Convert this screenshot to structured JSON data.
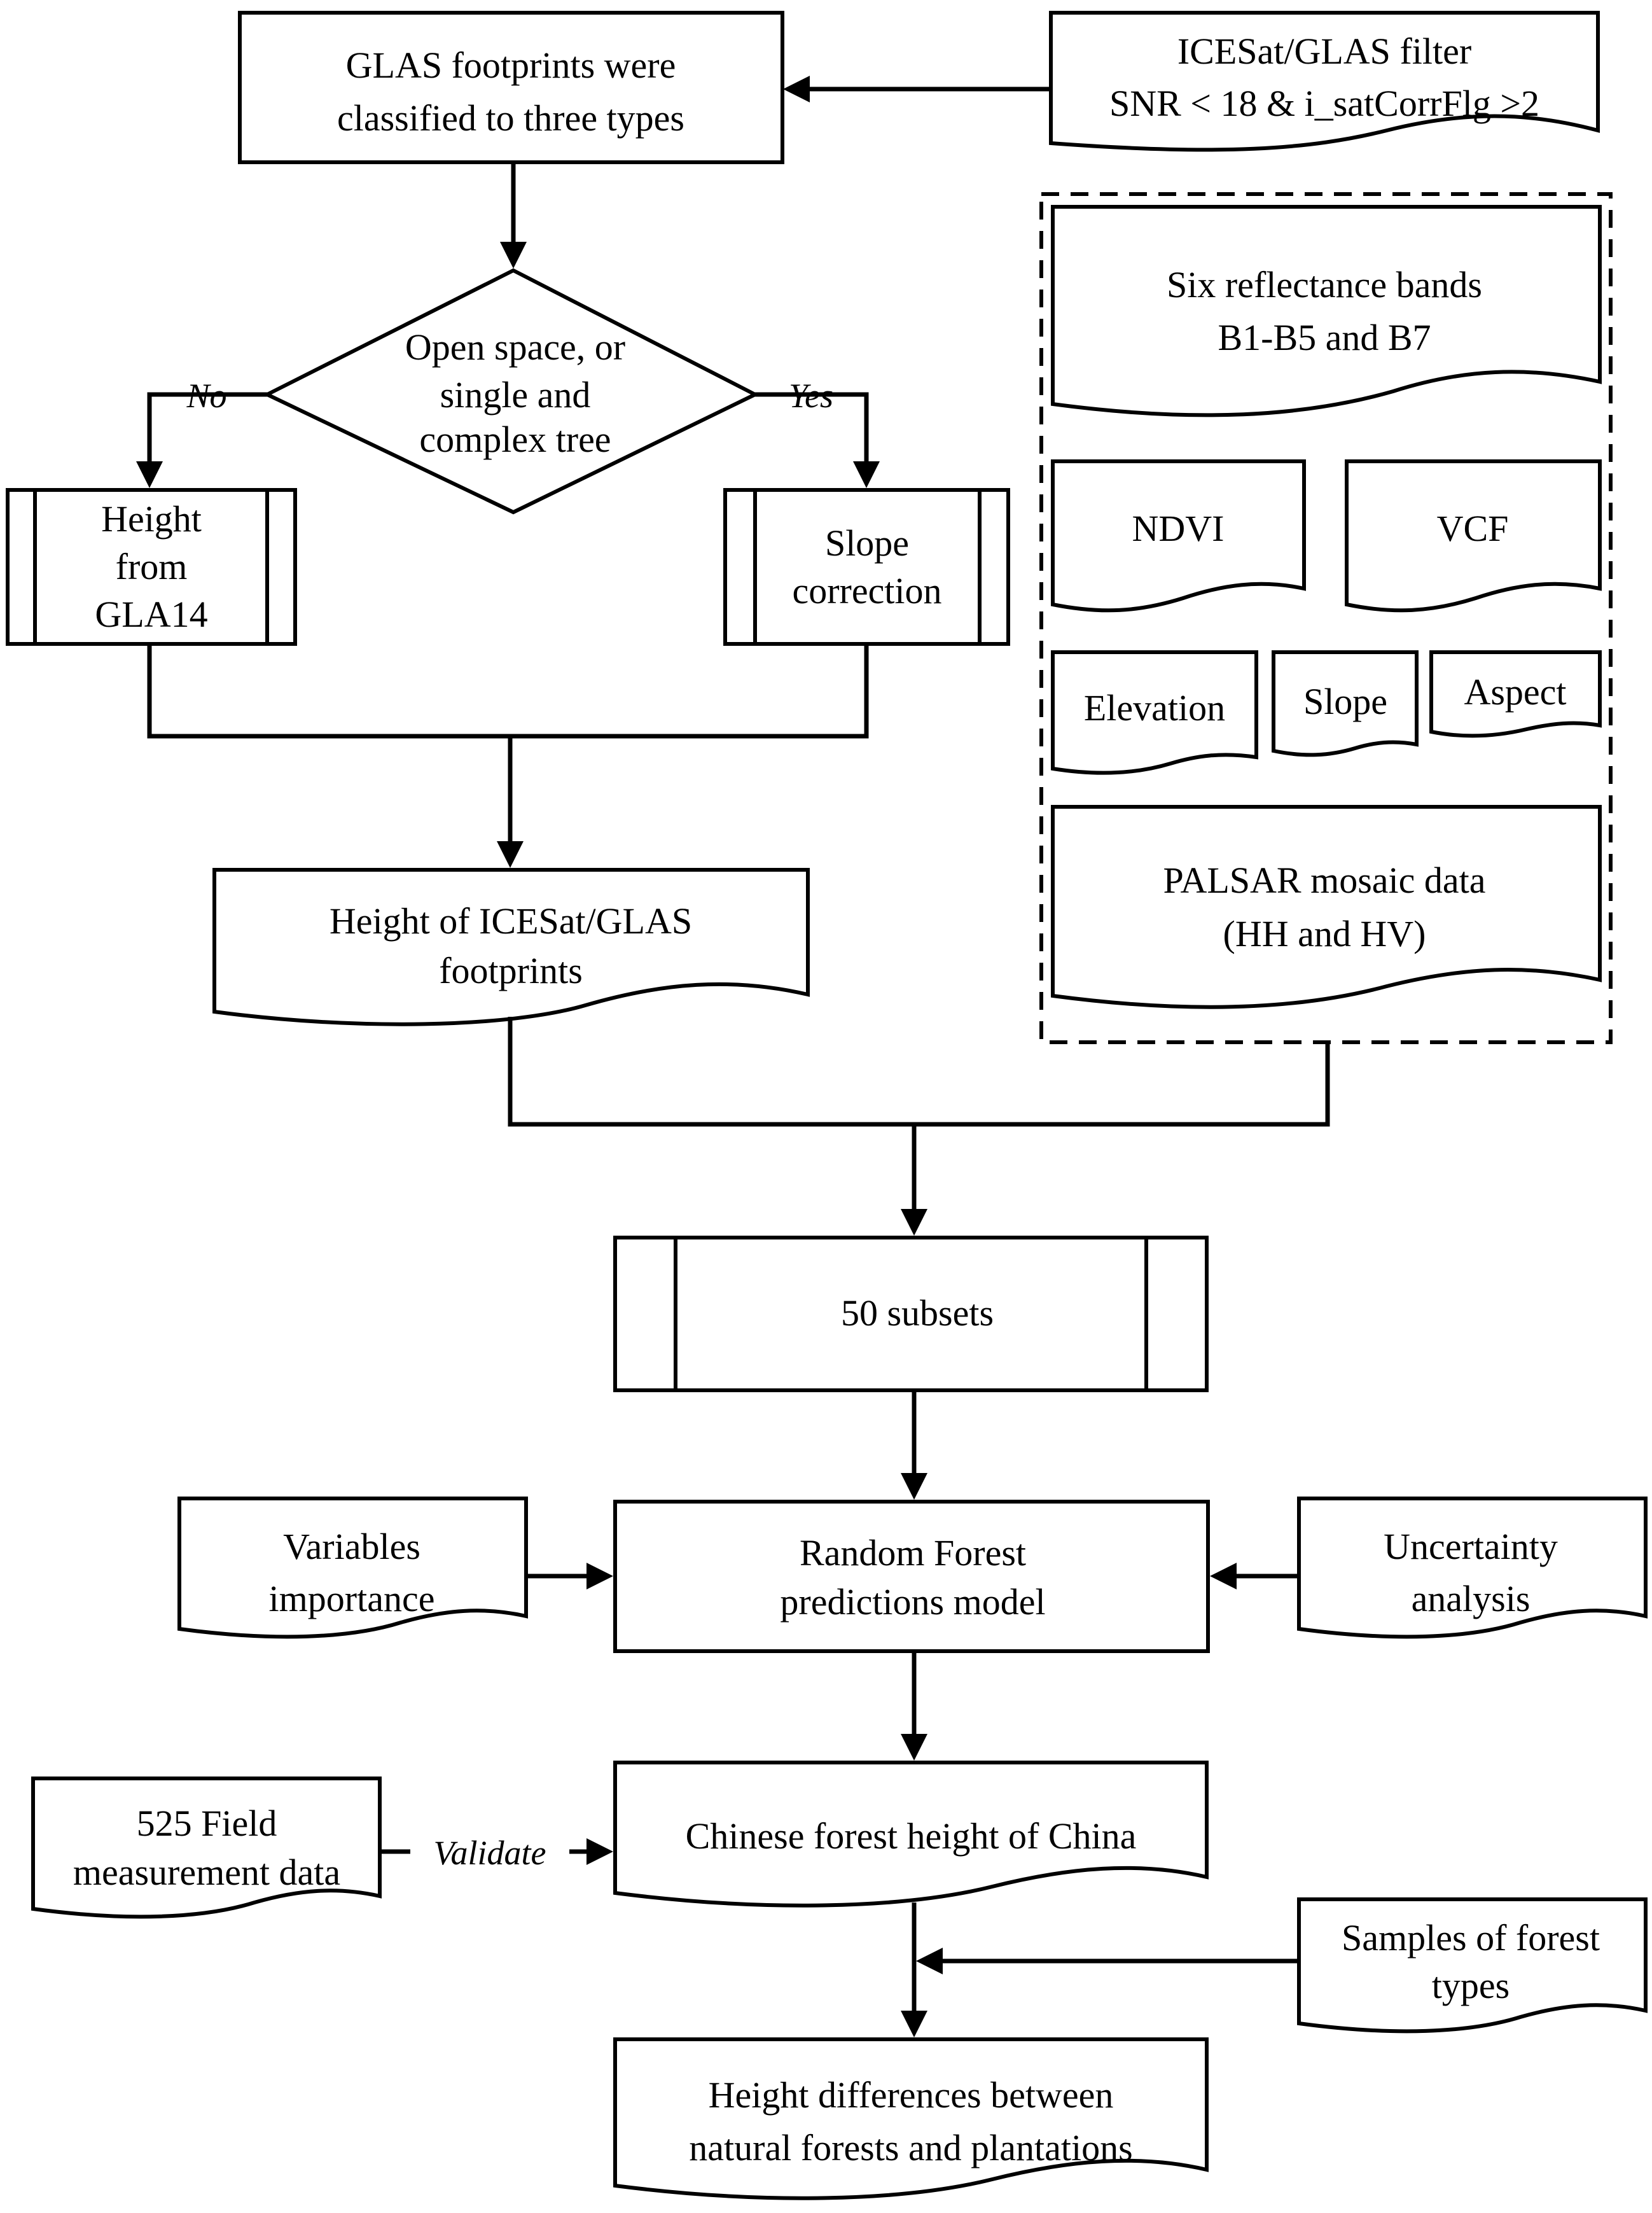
{
  "nodes": {
    "glas_footprints": [
      "GLAS footprints were",
      "classified to three types"
    ],
    "icesat_filter": [
      "ICESat/GLAS filter",
      "SNR < 18 & i_satCorrFlg >2"
    ],
    "decision": [
      "Open space, or",
      "single and",
      "complex tree"
    ],
    "height_gla14": [
      "Height",
      "from",
      "GLA14"
    ],
    "slope_correction": [
      "Slope",
      "correction"
    ],
    "height_footprints": [
      "Height of ICESat/GLAS",
      "footprints"
    ],
    "reflectance_bands": [
      "Six reflectance bands",
      "B1-B5 and B7"
    ],
    "ndvi": [
      "NDVI"
    ],
    "vcf": [
      "VCF"
    ],
    "elevation": [
      "Elevation"
    ],
    "slope": [
      "Slope"
    ],
    "aspect": [
      "Aspect"
    ],
    "palsar": [
      "PALSAR mosaic data",
      "(HH and HV)"
    ],
    "subsets": [
      "50 subsets"
    ],
    "variables_importance": [
      "Variables",
      "importance"
    ],
    "random_forest": [
      "Random Forest",
      "predictions model"
    ],
    "uncertainty": [
      "Uncertainty",
      "analysis"
    ],
    "field_data": [
      "525 Field",
      "measurement data"
    ],
    "forest_height": [
      "Chinese forest height of China"
    ],
    "forest_types": [
      "Samples of forest",
      "types"
    ],
    "height_differences": [
      "Height differences between",
      "natural forests and plantations"
    ]
  },
  "edge_labels": {
    "no": "No",
    "yes": "Yes",
    "validate": "Validate"
  }
}
